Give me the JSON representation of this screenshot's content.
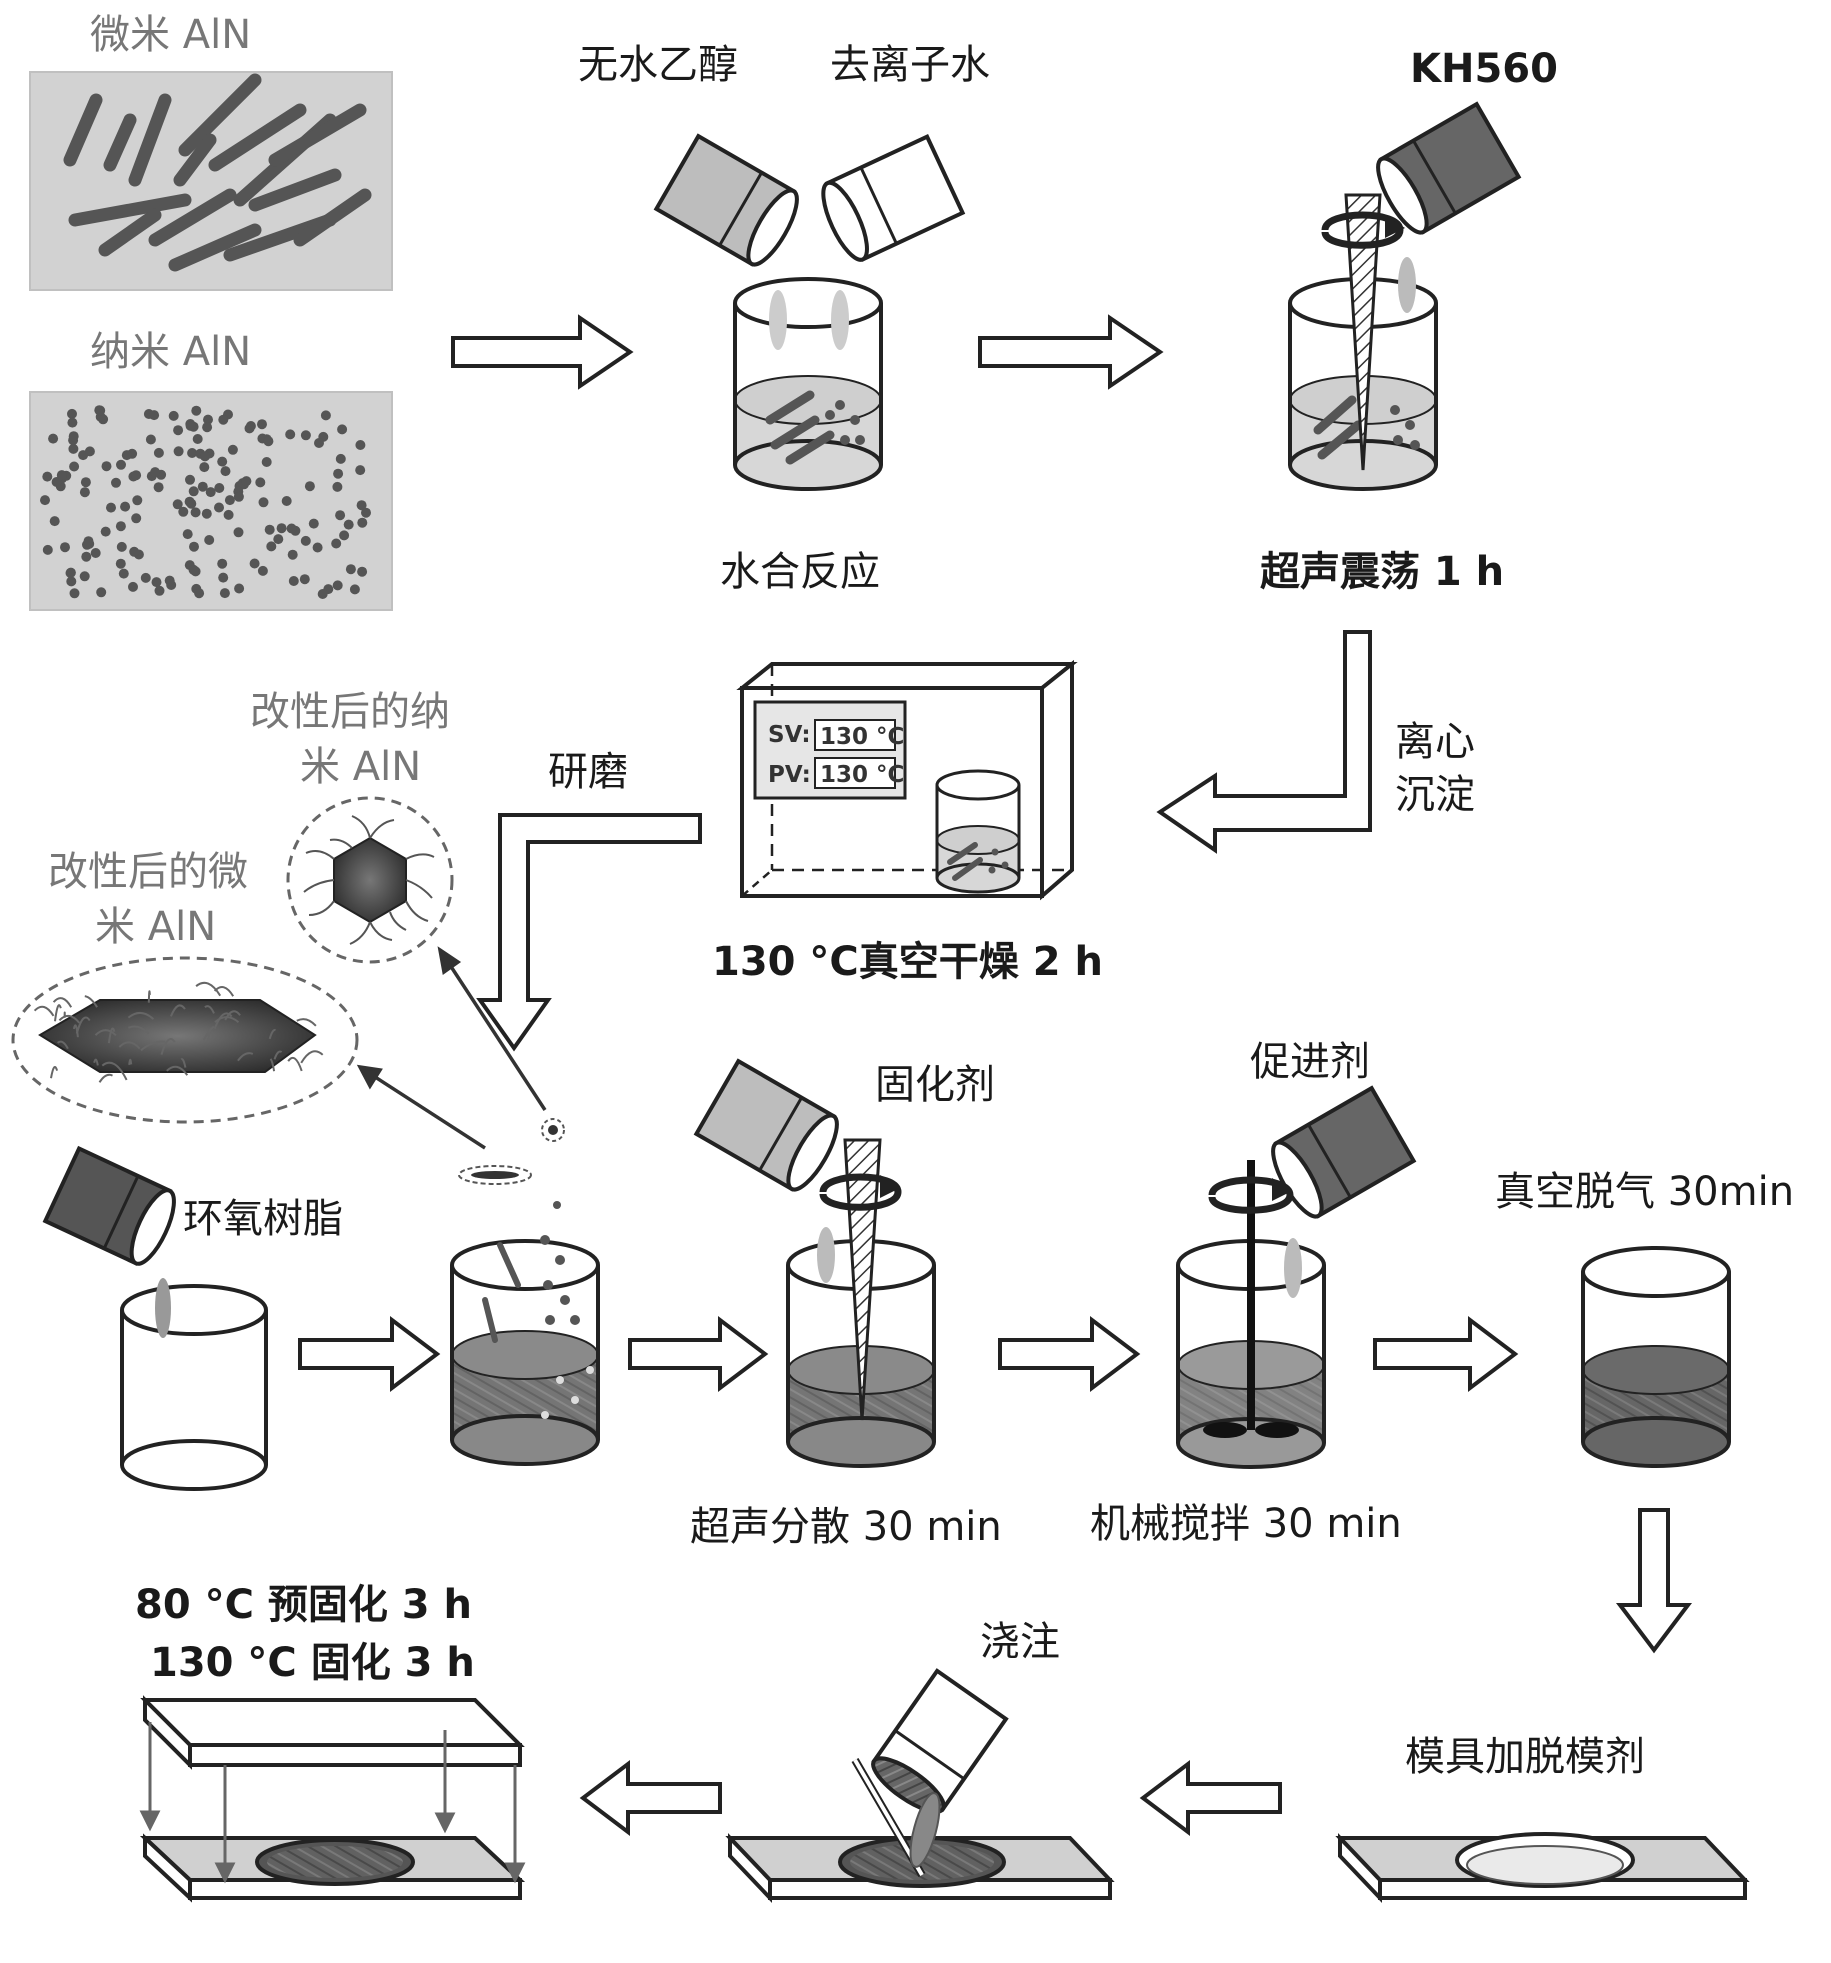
{
  "labels": {
    "micro_aln": "微米 AlN",
    "nano_aln": "纳米 AlN",
    "ethanol": "无水乙醇",
    "water": "去离子水",
    "kh560": "KH560",
    "hydration": "水合反应",
    "ultrasonic1": "超声震荡 1 h",
    "centrifuge_1": "离心",
    "centrifuge_2": "沉淀",
    "dry": "130 °C真空干燥 2 h",
    "sv": "SV:",
    "pv": "PV:",
    "sv_value": "130 °C",
    "pv_value": "130 °C",
    "grind": "研磨",
    "mod_nano_1": "改性后的纳",
    "mod_nano_2": "米 AlN",
    "mod_micro_1": "改性后的微",
    "mod_micro_2": "米 AlN",
    "epoxy": "环氧树脂",
    "curing_agent": "固化剂",
    "accelerator": "促进剂",
    "degas": "真空脱气 30min",
    "ultrasonic2": "超声分散 30 min",
    "stir": "机械搅拌 30 min",
    "precure": "80 °C 预固化 3 h",
    "cure": "130 °C 固化 3 h",
    "pour": "浇注",
    "mold": "模具加脱模剂"
  }
}
